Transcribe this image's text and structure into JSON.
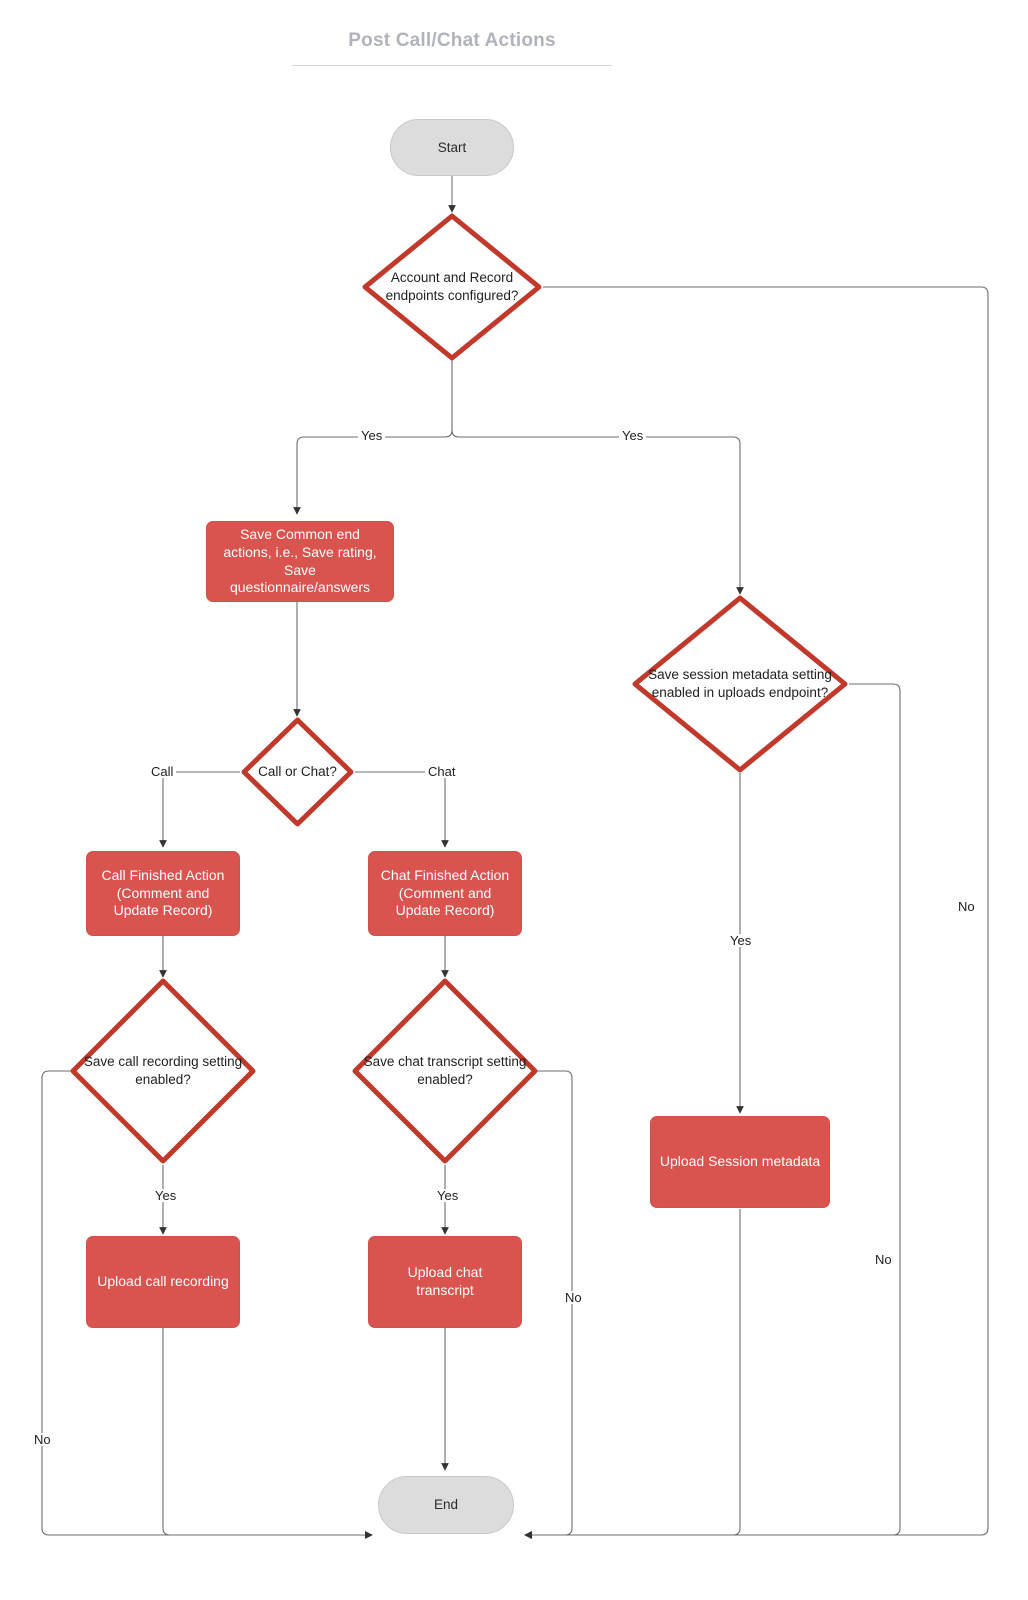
{
  "diagram": {
    "title": "Post Call/Chat Actions",
    "type": "flowchart",
    "colors": {
      "process_fill": "#d9534f",
      "decision_stroke": "#c0392b",
      "terminator_fill": "#dcdcdc",
      "edge_stroke": "#555555",
      "title_color": "#b0b3bb"
    },
    "nodes": {
      "start": {
        "label": "Start",
        "shape": "terminator"
      },
      "end": {
        "label": "End",
        "shape": "terminator"
      },
      "d_endpoints": {
        "label": "Account and Record endpoints configured?",
        "shape": "decision"
      },
      "p_common": {
        "label": "Save Common end actions, i.e., Save rating, Save questionnaire/answers",
        "shape": "process"
      },
      "d_call_or_chat": {
        "label": "Call or Chat?",
        "shape": "decision"
      },
      "p_call_finished": {
        "label": "Call Finished Action (Comment and Update Record)",
        "shape": "process"
      },
      "p_chat_finished": {
        "label": "Chat Finished Action (Comment and Update Record)",
        "shape": "process"
      },
      "d_call_recording": {
        "label": "Save call recording setting enabled?",
        "shape": "decision"
      },
      "d_chat_transcript": {
        "label": "Save chat transcript setting enabled?",
        "shape": "decision"
      },
      "p_upload_call": {
        "label": "Upload call recording",
        "shape": "process"
      },
      "p_upload_chat": {
        "label": "Upload chat transcript",
        "shape": "process"
      },
      "d_session_meta": {
        "label": "Save session metadata setting enabled in uploads endpoint?",
        "shape": "decision"
      },
      "p_upload_session": {
        "label": "Upload Session metadata",
        "shape": "process"
      }
    },
    "edge_labels": {
      "yes_left": "Yes",
      "yes_right": "Yes",
      "call": "Call",
      "chat": "Chat",
      "yes_call_recording": "Yes",
      "yes_chat_transcript": "Yes",
      "yes_session_meta": "Yes",
      "no_call_recording": "No",
      "no_chat_transcript": "No",
      "no_session_meta": "No",
      "no_endpoints": "No"
    },
    "edges": [
      {
        "from": "start",
        "to": "d_endpoints",
        "label": ""
      },
      {
        "from": "d_endpoints",
        "to": "p_common",
        "label": "Yes"
      },
      {
        "from": "d_endpoints",
        "to": "d_session_meta",
        "label": "Yes"
      },
      {
        "from": "d_endpoints",
        "to": "end",
        "label": "No"
      },
      {
        "from": "p_common",
        "to": "d_call_or_chat",
        "label": ""
      },
      {
        "from": "d_call_or_chat",
        "to": "p_call_finished",
        "label": "Call"
      },
      {
        "from": "d_call_or_chat",
        "to": "p_chat_finished",
        "label": "Chat"
      },
      {
        "from": "p_call_finished",
        "to": "d_call_recording",
        "label": ""
      },
      {
        "from": "p_chat_finished",
        "to": "d_chat_transcript",
        "label": ""
      },
      {
        "from": "d_call_recording",
        "to": "p_upload_call",
        "label": "Yes"
      },
      {
        "from": "d_call_recording",
        "to": "end",
        "label": "No"
      },
      {
        "from": "d_chat_transcript",
        "to": "p_upload_chat",
        "label": "Yes"
      },
      {
        "from": "d_chat_transcript",
        "to": "end",
        "label": "No"
      },
      {
        "from": "p_upload_call",
        "to": "end",
        "label": ""
      },
      {
        "from": "p_upload_chat",
        "to": "end",
        "label": ""
      },
      {
        "from": "d_session_meta",
        "to": "p_upload_session",
        "label": "Yes"
      },
      {
        "from": "d_session_meta",
        "to": "end",
        "label": "No"
      },
      {
        "from": "p_upload_session",
        "to": "end",
        "label": ""
      }
    ]
  }
}
